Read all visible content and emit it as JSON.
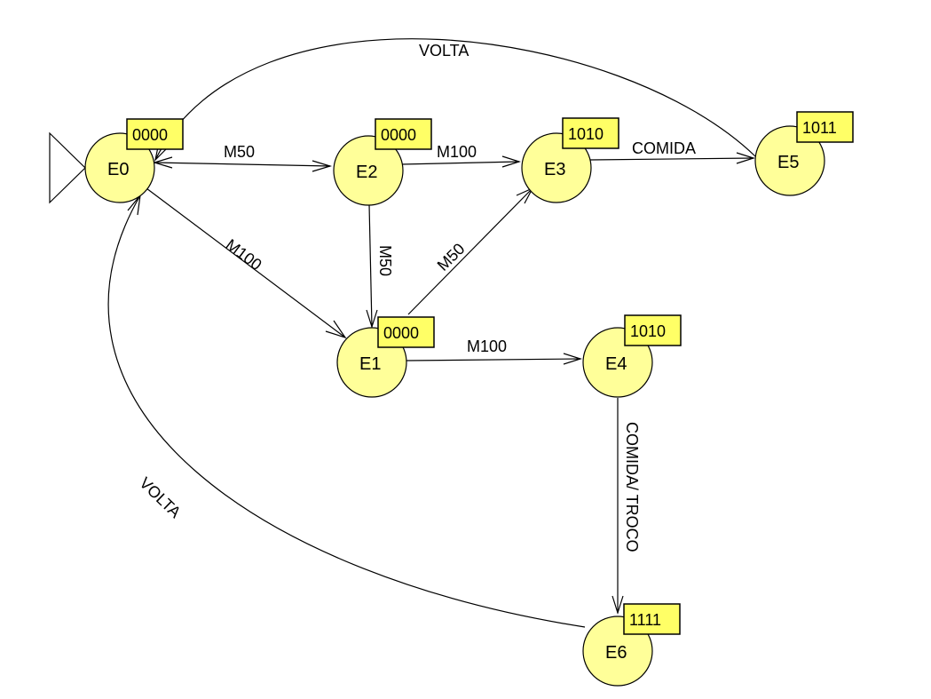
{
  "diagram": {
    "type": "state-machine",
    "initial_state": "E0",
    "colors": {
      "state_fill": "#ffff99",
      "output_box_fill": "#ffff66",
      "stroke": "#000000"
    },
    "states": [
      {
        "id": "E0",
        "label": "E0",
        "output": "0000"
      },
      {
        "id": "E1",
        "label": "E1",
        "output": "0000"
      },
      {
        "id": "E2",
        "label": "E2",
        "output": "0000"
      },
      {
        "id": "E3",
        "label": "E3",
        "output": "1010"
      },
      {
        "id": "E4",
        "label": "E4",
        "output": "1010"
      },
      {
        "id": "E5",
        "label": "E5",
        "output": "1011"
      },
      {
        "id": "E6",
        "label": "E6",
        "output": "1111"
      }
    ],
    "transitions": [
      {
        "id": "e0-e2",
        "from": "E0",
        "to": "E2",
        "label": "M50"
      },
      {
        "id": "e2-e3",
        "from": "E2",
        "to": "E3",
        "label": "M100"
      },
      {
        "id": "e3-e5",
        "from": "E3",
        "to": "E5",
        "label": "COMIDA"
      },
      {
        "id": "e0-e1",
        "from": "E0",
        "to": "E1",
        "label": "M100"
      },
      {
        "id": "e2-e1",
        "from": "E2",
        "to": "E1",
        "label": "M50"
      },
      {
        "id": "e1-e3",
        "from": "E1",
        "to": "E3",
        "label": "M50"
      },
      {
        "id": "e1-e4",
        "from": "E1",
        "to": "E4",
        "label": "M100"
      },
      {
        "id": "e4-e6",
        "from": "E4",
        "to": "E6",
        "label": "COMIDA/ TROCO"
      },
      {
        "id": "e5-e0",
        "from": "E5",
        "to": "E0",
        "label": "VOLTA"
      },
      {
        "id": "e6-e0",
        "from": "E6",
        "to": "E0",
        "label": "VOLTA"
      }
    ]
  }
}
